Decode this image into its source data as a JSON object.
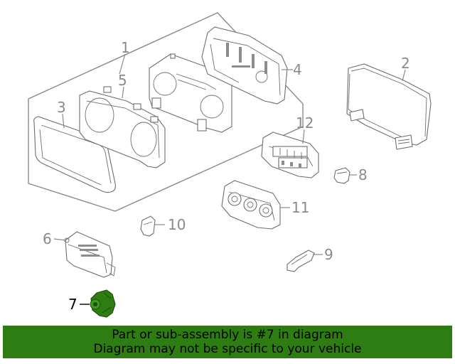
{
  "callouts": {
    "c1": "1",
    "c2": "2",
    "c3": "3",
    "c4": "4",
    "c5": "5",
    "c6": "6",
    "c7": "7",
    "c8": "8",
    "c9": "9",
    "c10": "10",
    "c11": "11",
    "c12": "12"
  },
  "highlight_part": "7",
  "colors": {
    "banner_bg": "#2e7d12",
    "highlight_part": "#2e7d12",
    "line_art": "#6e6e6e"
  },
  "banner": {
    "line1": "Part or sub-assembly is #7 in diagram",
    "line2": "Diagram may not be specific to your vehicle"
  }
}
